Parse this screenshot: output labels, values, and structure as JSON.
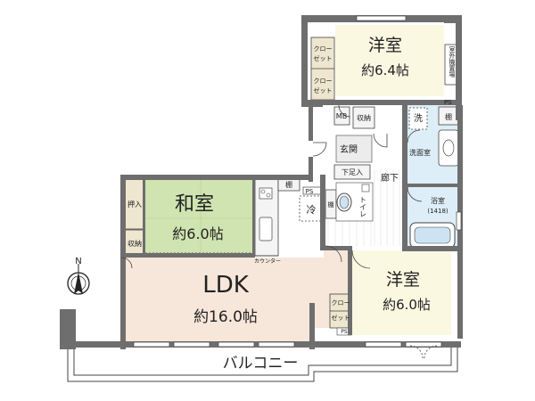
{
  "compass": {
    "north": "N"
  },
  "colors": {
    "ldk_floor": "#f7e6da",
    "washitsu_floor": "#cfe4b0",
    "yoshitsu_floor": "#fbf8e2",
    "wet_area_floor": "#ddeef8",
    "closet": "#eee6cf",
    "wall": "#6e6e6e"
  },
  "rooms": {
    "yoshitsu_north": {
      "name": "洋室",
      "size": "約6.4帖"
    },
    "washitsu": {
      "name": "和室",
      "size": "約6.0帖"
    },
    "ldk": {
      "name": "LDK",
      "size": "約16.0帖"
    },
    "yoshitsu_south": {
      "name": "洋室",
      "size": "約6.0帖"
    },
    "balcony": {
      "name": "バルコニー"
    }
  },
  "labels": {
    "closet_a1": "クロー",
    "closet_a2": "ゼット",
    "closet_b1": "クロー",
    "closet_b2": "ゼット",
    "closet_c1": "クロー",
    "closet_c2": "ゼット",
    "outdoor_unit": "室外機置場",
    "ps_top": "PS",
    "mb": "MB",
    "storage_entry": "収納",
    "wash": "洗",
    "shelf_wash": "棚",
    "genkan": "玄関",
    "washroom": "洗面室",
    "getabako": "下足入",
    "hallway": "廊下",
    "shelf_kitchen": "棚",
    "ps_kitchen": "PS",
    "fridge": "冷",
    "shelf_toilet": "棚",
    "toilet": "トイレ",
    "bath": "浴室",
    "bath_size": "(1418)",
    "oshiire": "押入",
    "storage_washitsu": "収納",
    "counter": "カウンター",
    "ps_bottom": "PS"
  }
}
